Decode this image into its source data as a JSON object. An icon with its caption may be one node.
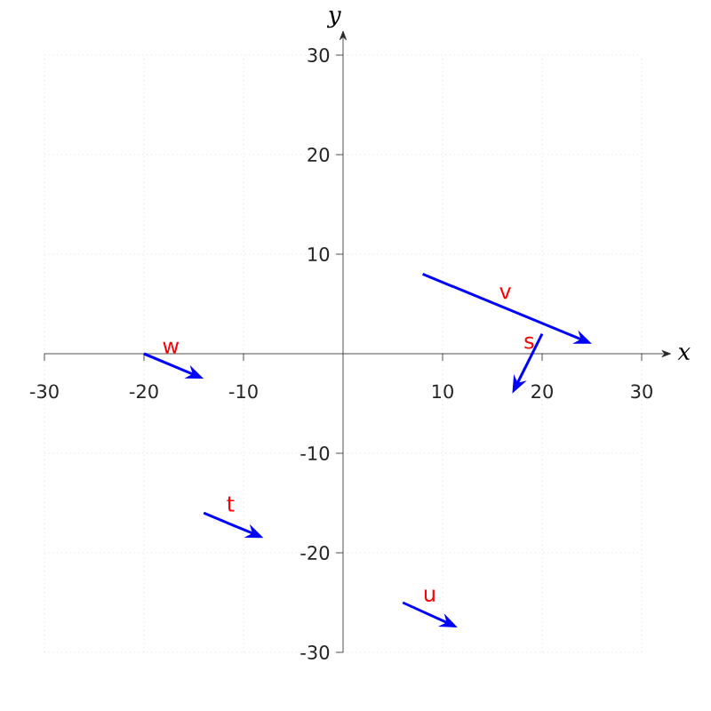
{
  "diagram": {
    "labels": [
      "y",
      "30",
      "20",
      "10",
      "v",
      "w",
      "s",
      "x",
      "-30",
      "-20",
      "-10",
      "10",
      "20",
      "30",
      "-10",
      "t",
      "-20",
      "u",
      "-30"
    ]
  }
}
